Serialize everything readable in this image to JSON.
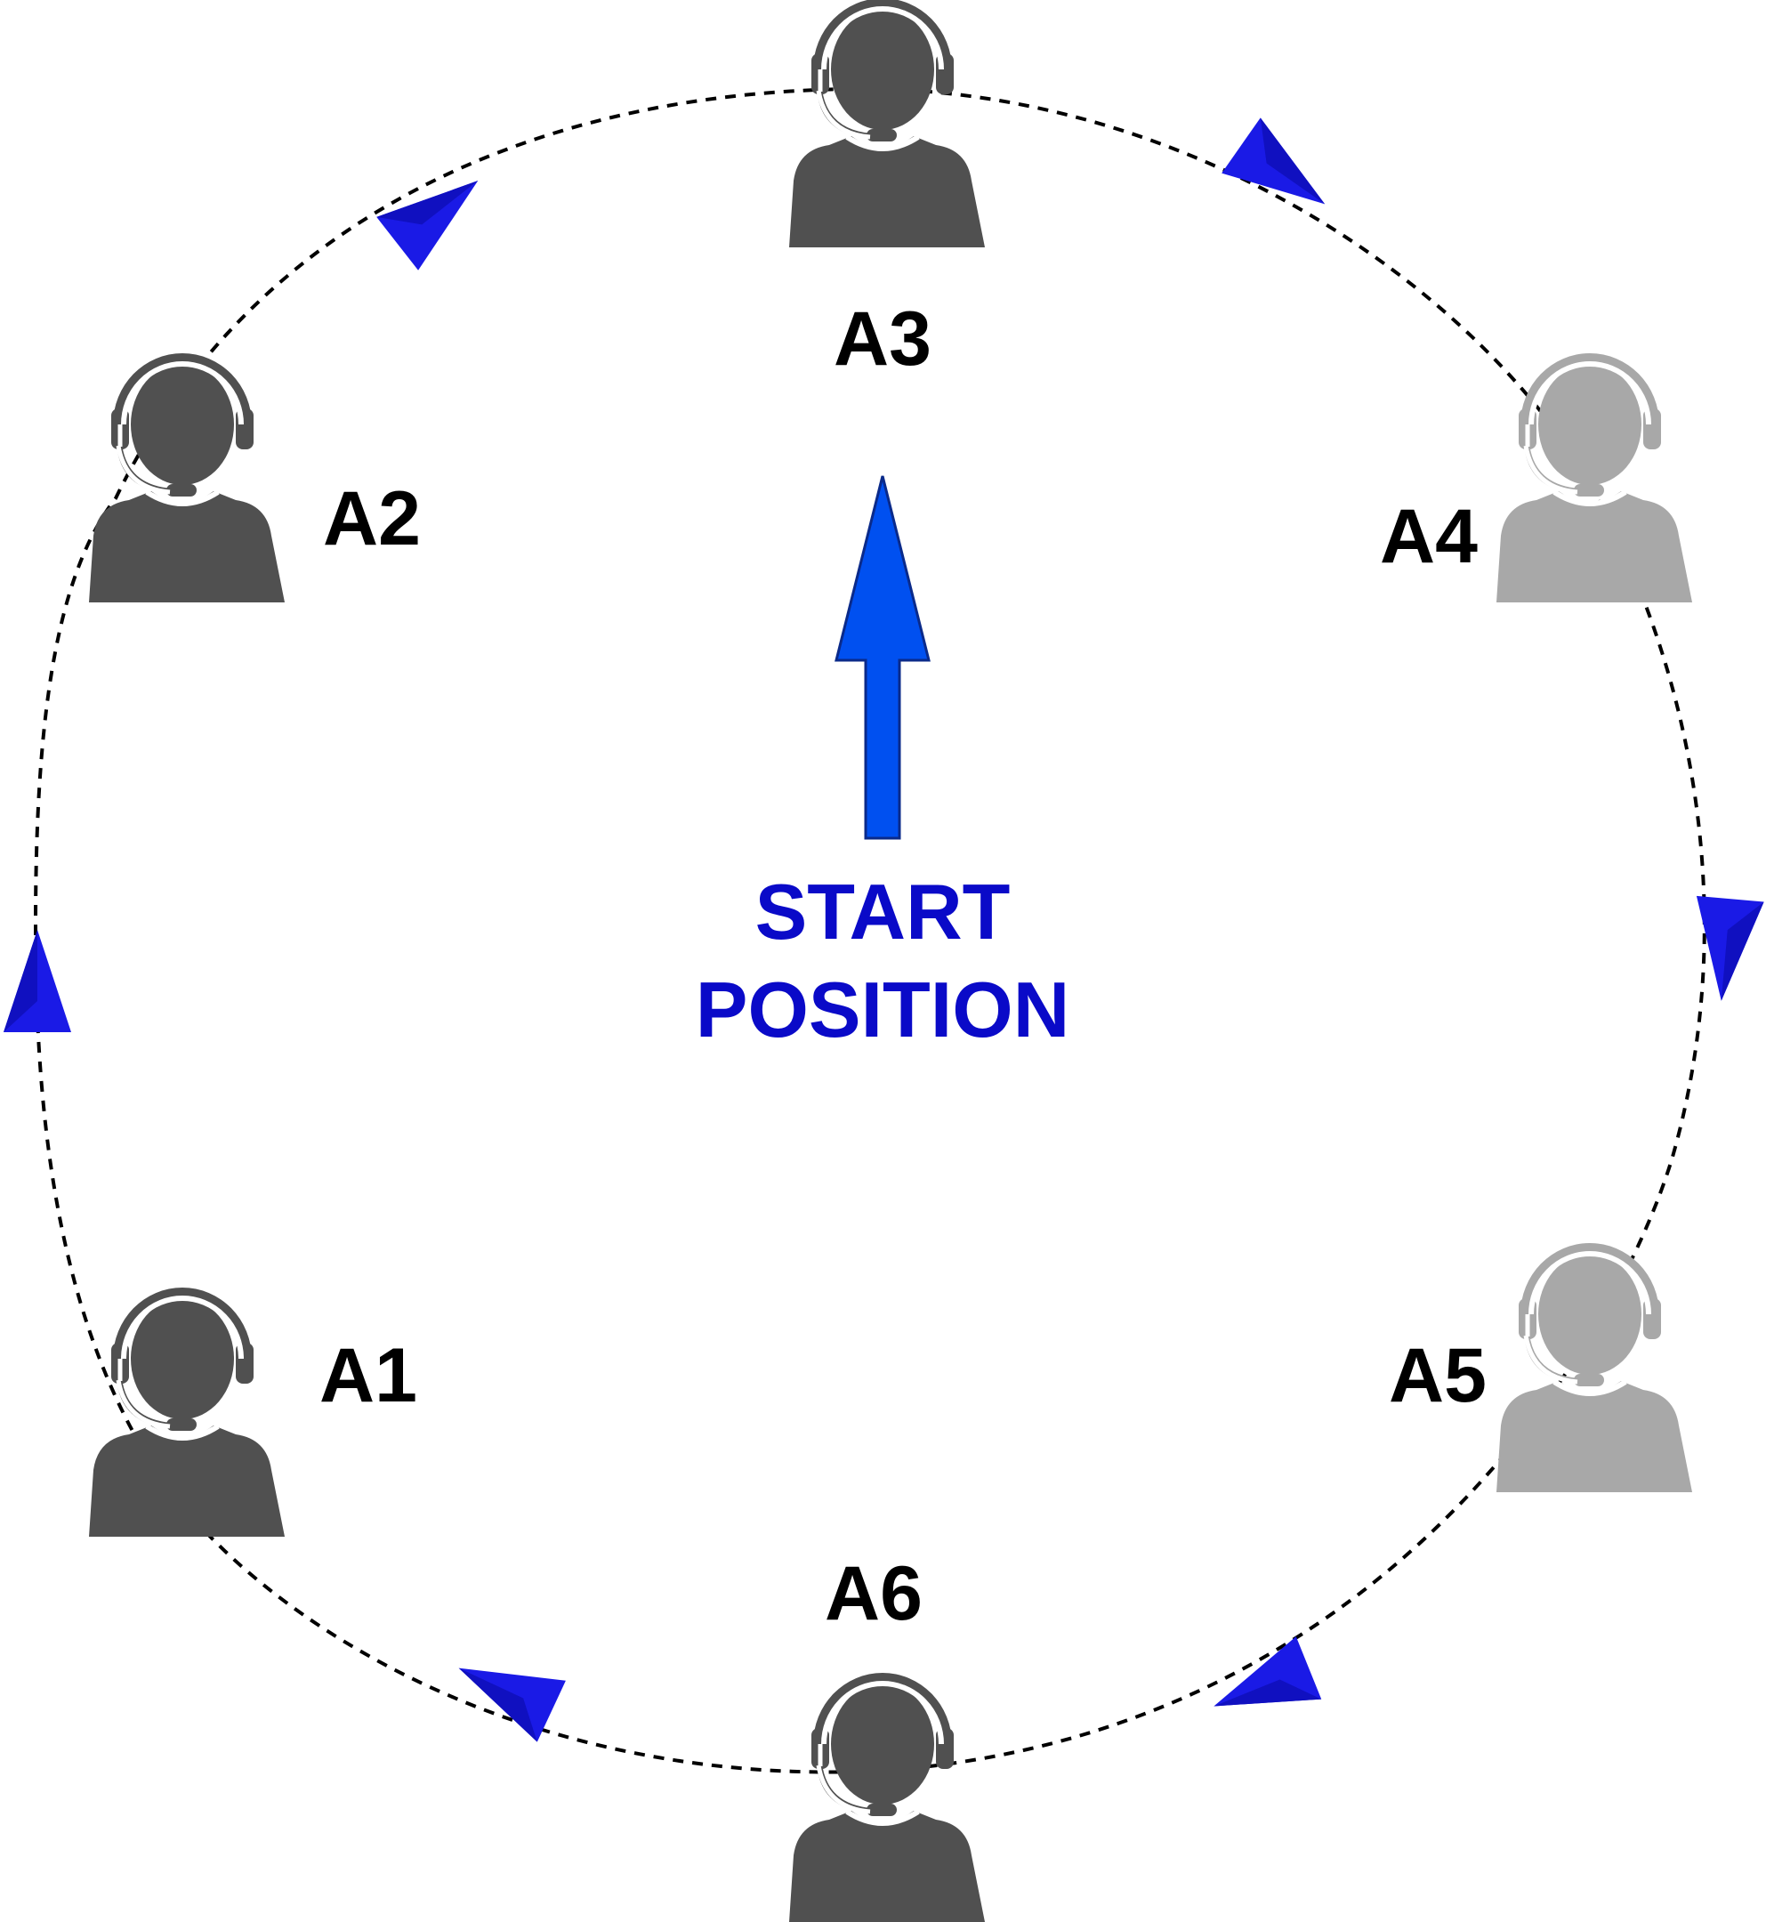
{
  "diagram": {
    "agents": [
      {
        "id": "A1",
        "label": "A1",
        "state": "active"
      },
      {
        "id": "A2",
        "label": "A2",
        "state": "active"
      },
      {
        "id": "A3",
        "label": "A3",
        "state": "active"
      },
      {
        "id": "A4",
        "label": "A4",
        "state": "inactive"
      },
      {
        "id": "A5",
        "label": "A5",
        "state": "inactive"
      },
      {
        "id": "A6",
        "label": "A6",
        "state": "active"
      }
    ],
    "start_label": {
      "line1": "START",
      "line2": "POSITION"
    },
    "colors": {
      "agent_active": "#505050",
      "agent_inactive": "#a8a8a8",
      "arrow_blue": "#0050f0",
      "direction_arrow": "#1a1ae6",
      "start_text": "#0a0ac8",
      "label_text": "#000000"
    },
    "icons": {
      "agent": "headset-person-icon",
      "direction": "triangle-arrow-icon"
    }
  }
}
